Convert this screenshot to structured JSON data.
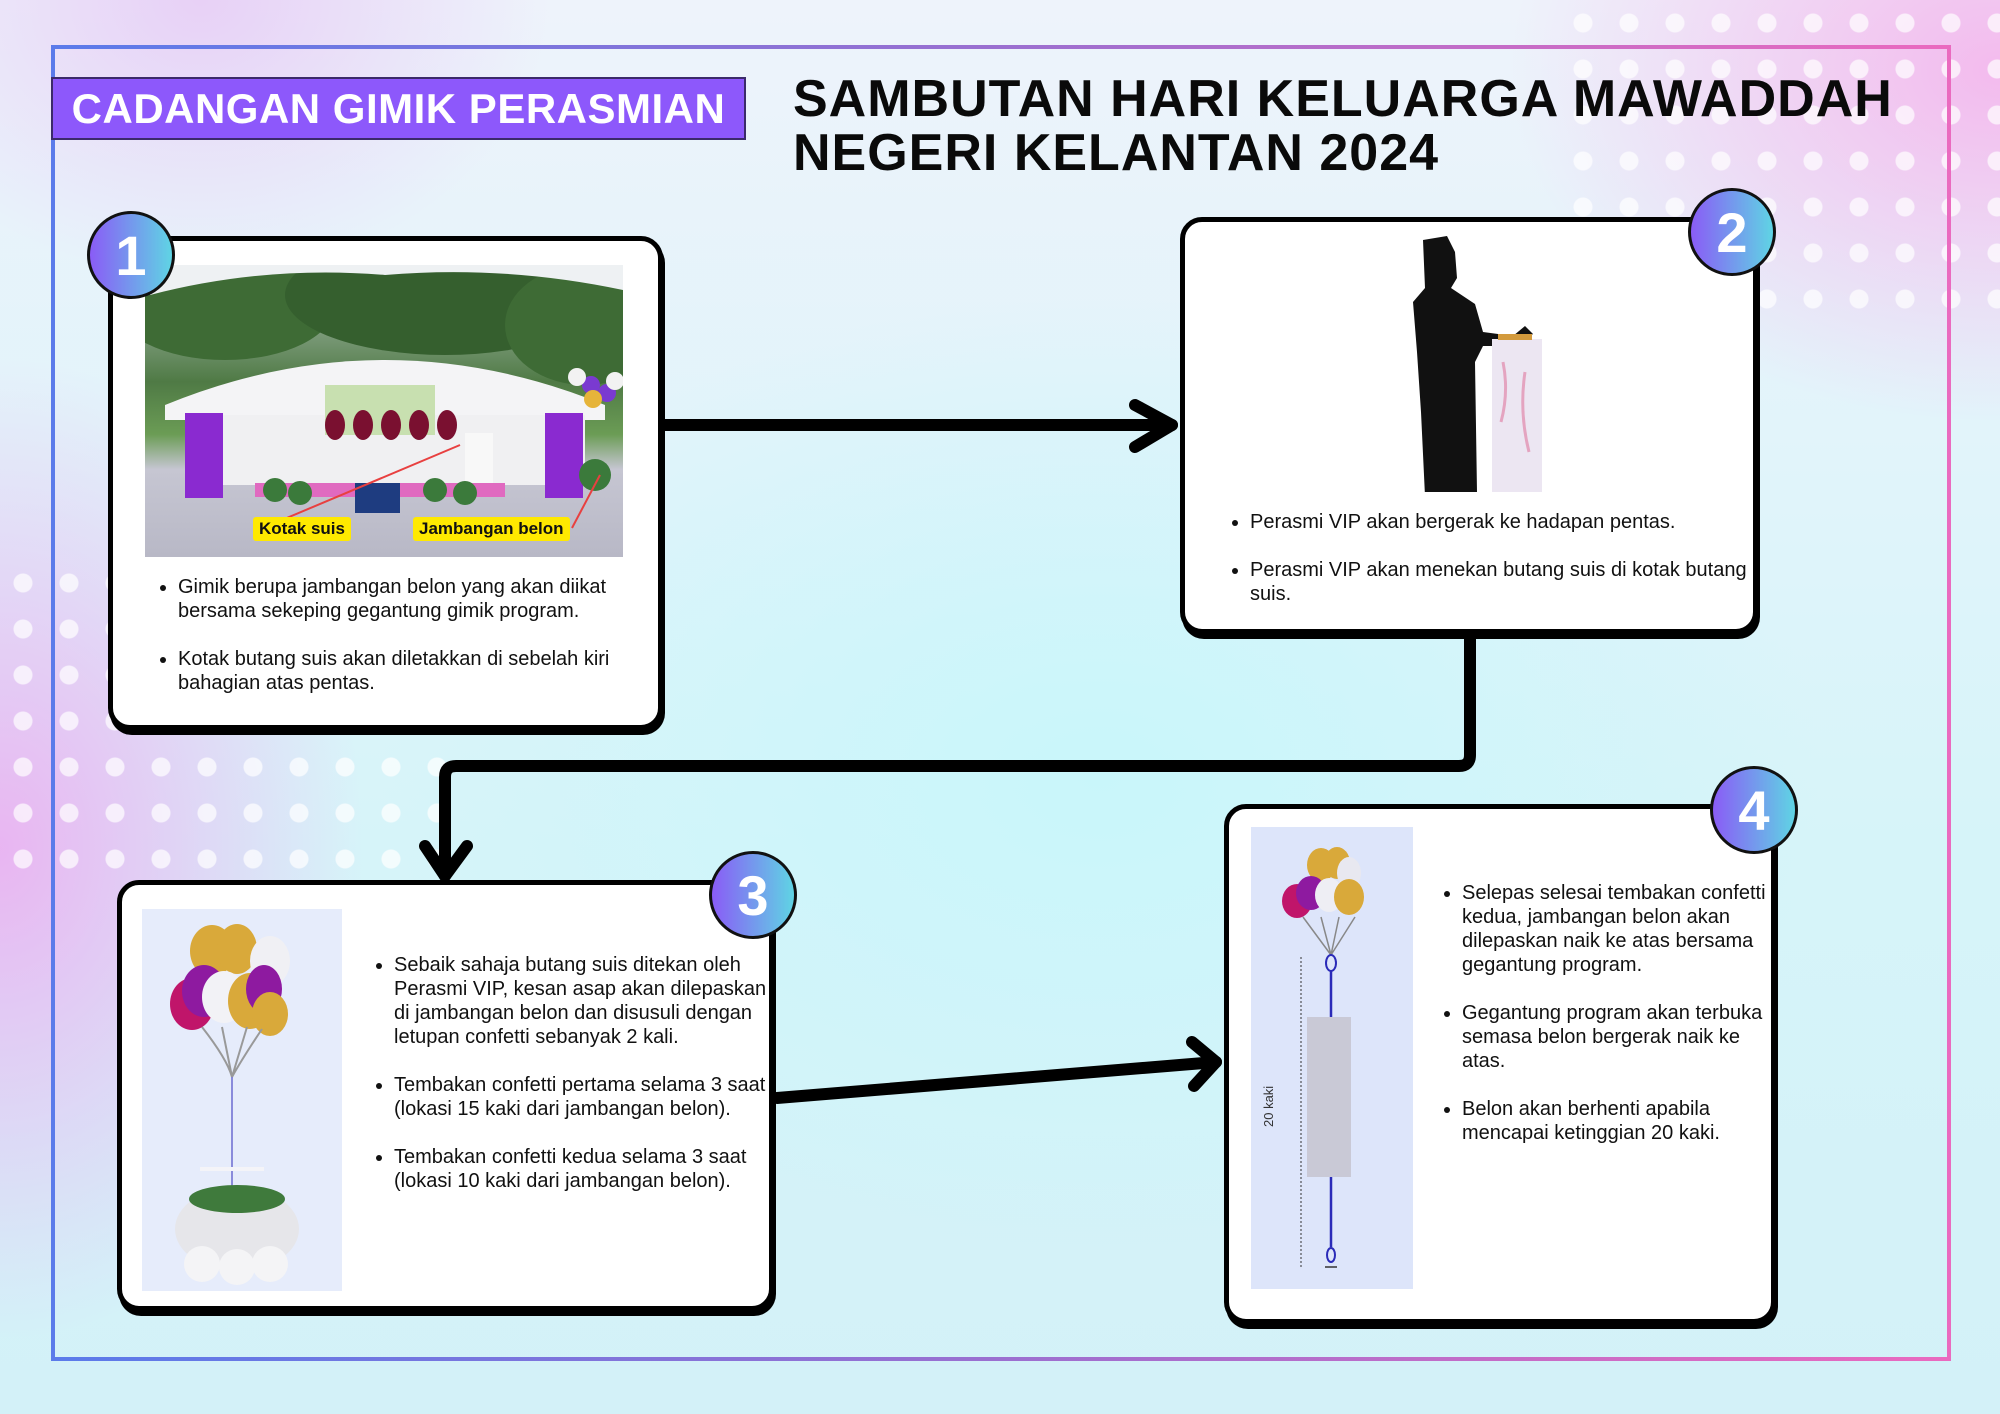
{
  "header": {
    "label": "CADANGAN GIMIK PERASMIAN",
    "title_line1": "SAMBUTAN HARI KELUARGA MAWADDAH",
    "title_line2": "NEGERI KELANTAN 2024"
  },
  "colors": {
    "label_bg": "#8d58fb",
    "badge_gradient_start": "#8a5cf6",
    "badge_gradient_end": "#5fd4e4",
    "frame_start": "#5b7bea",
    "frame_end": "#ea6abf",
    "callout_bg": "#ffe900"
  },
  "steps": [
    {
      "number": "1",
      "image": "stage-render",
      "callouts": [
        "Kotak suis",
        "Jambangan belon"
      ],
      "bullets": [
        "Gimik berupa jambangan belon yang akan diikat bersama sekeping gegantung gimik program.",
        "Kotak butang suis akan diletakkan di sebelah kiri bahagian atas pentas."
      ]
    },
    {
      "number": "2",
      "image": "vip-silhouette-pressing-switch",
      "bullets": [
        "Perasmi VIP akan bergerak ke hadapan pentas.",
        "Perasmi VIP akan menekan butang suis di kotak butang suis."
      ]
    },
    {
      "number": "3",
      "image": "balloon-bouquet-with-smoke",
      "bullets": [
        "Sebaik sahaja butang suis ditekan oleh Perasmi VIP, kesan asap akan dilepaskan di jambangan belon dan disusuli dengan letupan confetti sebanyak 2 kali.",
        "Tembakan confetti pertama selama 3 saat (lokasi 15 kaki dari jambangan belon).",
        "Tembakan confetti kedua selama 3 saat (lokasi 10 kaki dari jambangan belon)."
      ]
    },
    {
      "number": "4",
      "image": "balloon-rising-with-banner",
      "dimension_label": "20 kaki",
      "bullets": [
        "Selepas selesai tembakan confetti kedua, jambangan belon akan dilepaskan naik ke atas bersama gegantung program.",
        "Gegantung program akan terbuka semasa belon bergerak naik ke atas.",
        "Belon akan berhenti apabila mencapai ketinggian 20 kaki."
      ]
    }
  ]
}
